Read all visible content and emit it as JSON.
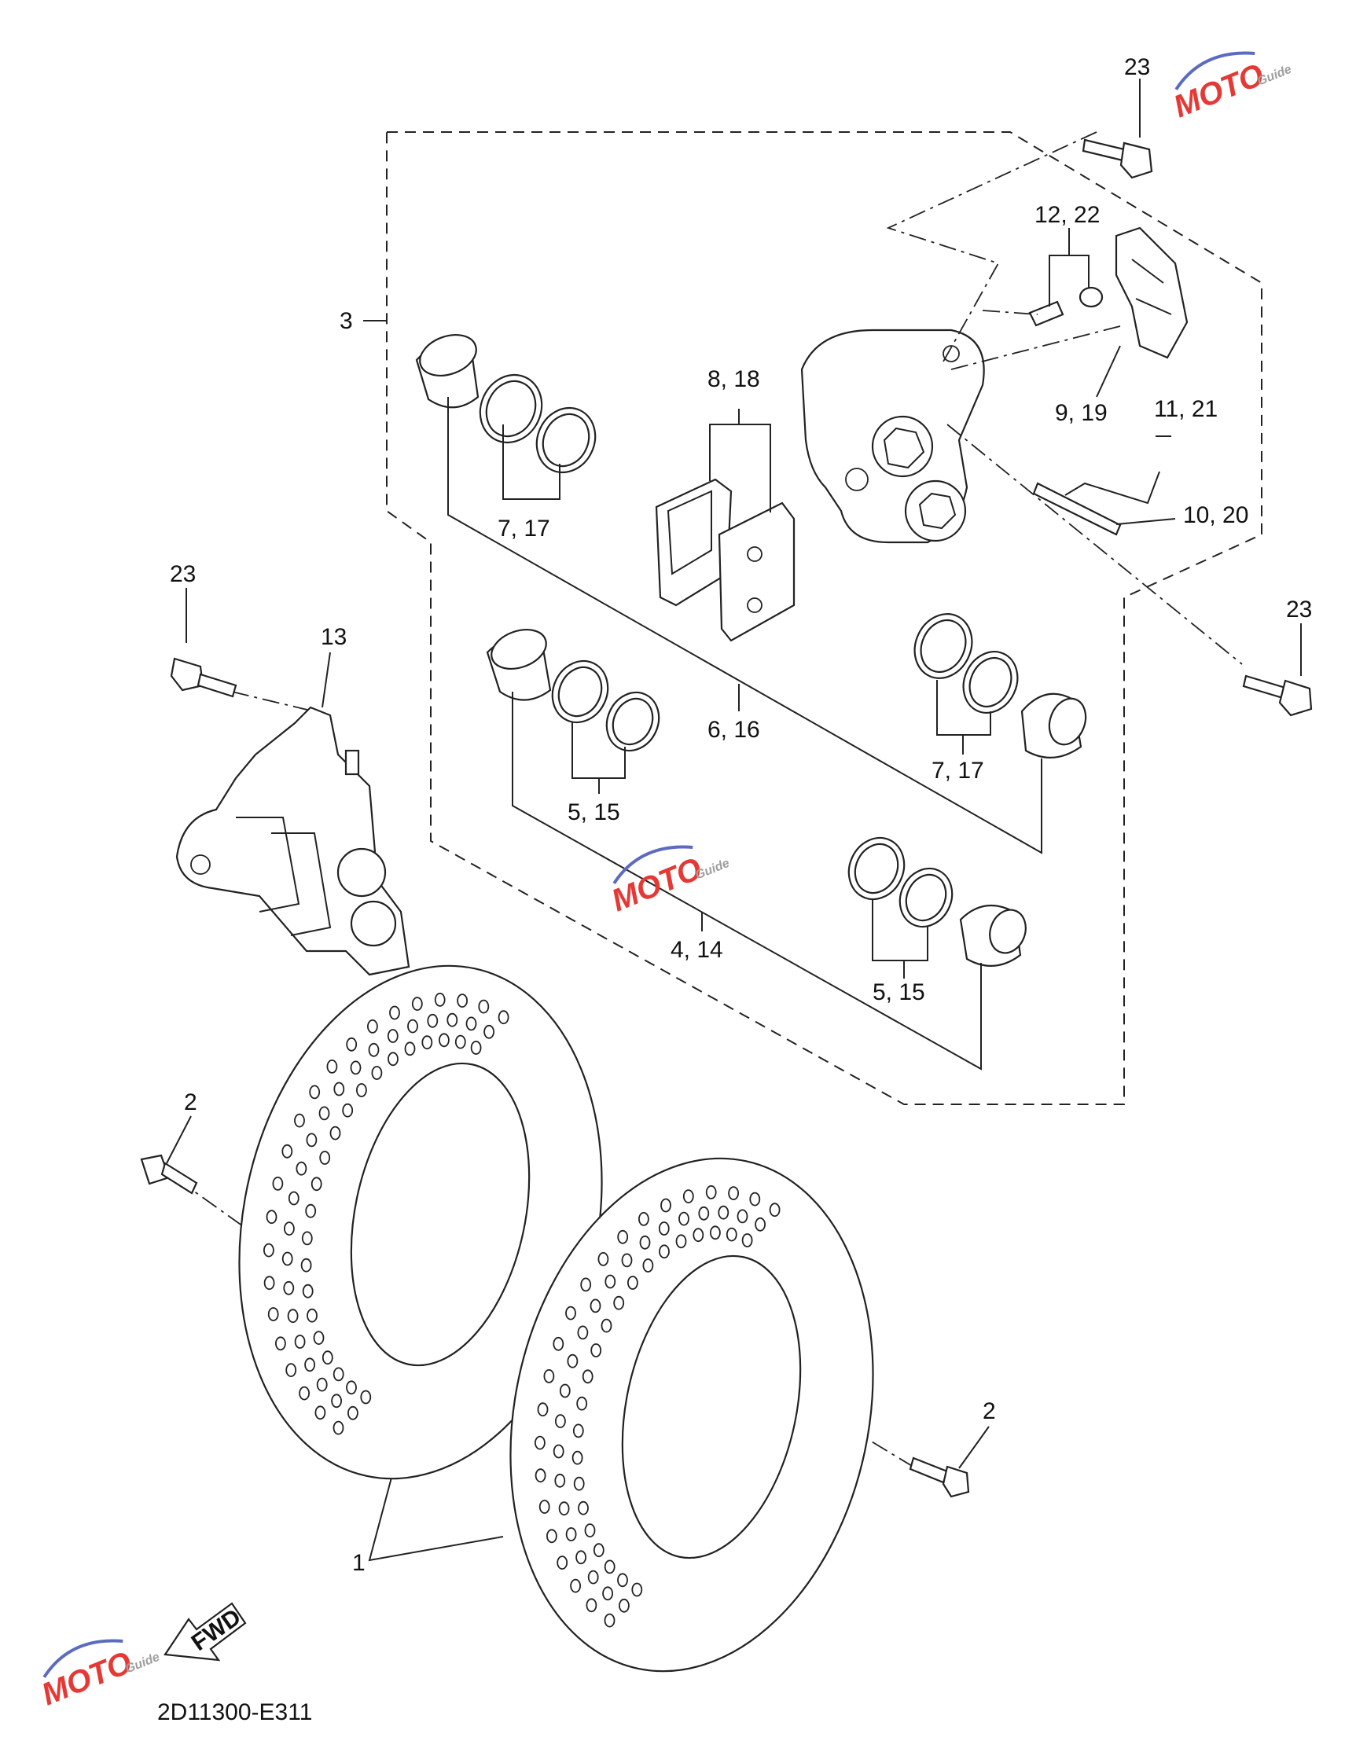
{
  "callouts": {
    "c1": "1",
    "c2a": "2",
    "c2b": "2",
    "c3": "3",
    "c4_14": "4, 14",
    "c5_15a": "5, 15",
    "c5_15b": "5, 15",
    "c6_16": "6, 16",
    "c7_17a": "7, 17",
    "c7_17b": "7, 17",
    "c8_18": "8, 18",
    "c9_19": "9, 19",
    "c10_20": "10, 20",
    "c11_21": "11, 21",
    "c12_22": "12, 22",
    "c13": "13",
    "c23a": "23",
    "c23b": "23",
    "c23c": "23"
  },
  "fwd_label": "FWD",
  "diagram_code": "2D11300-E311",
  "watermark": {
    "brand": "MOTO",
    "sub": "Guide"
  },
  "colors": {
    "line": "#222222",
    "watermark_red": "#e53935",
    "watermark_blue": "#5c6bc0",
    "watermark_gray": "#9e9e9e"
  }
}
